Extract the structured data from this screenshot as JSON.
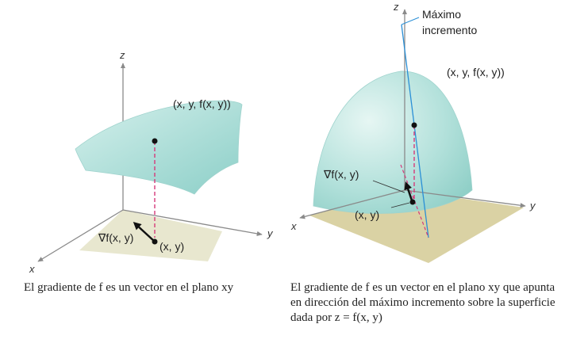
{
  "left": {
    "axis_z": "z",
    "axis_y": "y",
    "axis_x": "x",
    "point_surface": "(x, y, f(x, y))",
    "gradient": "∇f(x, y)",
    "point_base": "(x, y)",
    "caption": "El gradiente de f es un vector en el plano xy"
  },
  "right": {
    "axis_z": "z",
    "axis_y": "y",
    "axis_x": "x",
    "max_label_line1": "Máximo",
    "max_label_line2": "incremento",
    "point_surface": "(x, y, f(x, y))",
    "gradient": "∇f(x, y)",
    "point_base": "(x, y)",
    "caption": "El gradiente de f es un vector en el plano xy que apunta en dirección del máximo incremento sobre la superficie dada por z = f(x, y)"
  },
  "colors": {
    "surface": "#bfe6e2",
    "plane": "#e4e3c8",
    "plane_right": "#d6cd9a",
    "dashed": "#d63a7a",
    "blue_line": "#2a8fd6",
    "axis": "#8a8a8a"
  }
}
